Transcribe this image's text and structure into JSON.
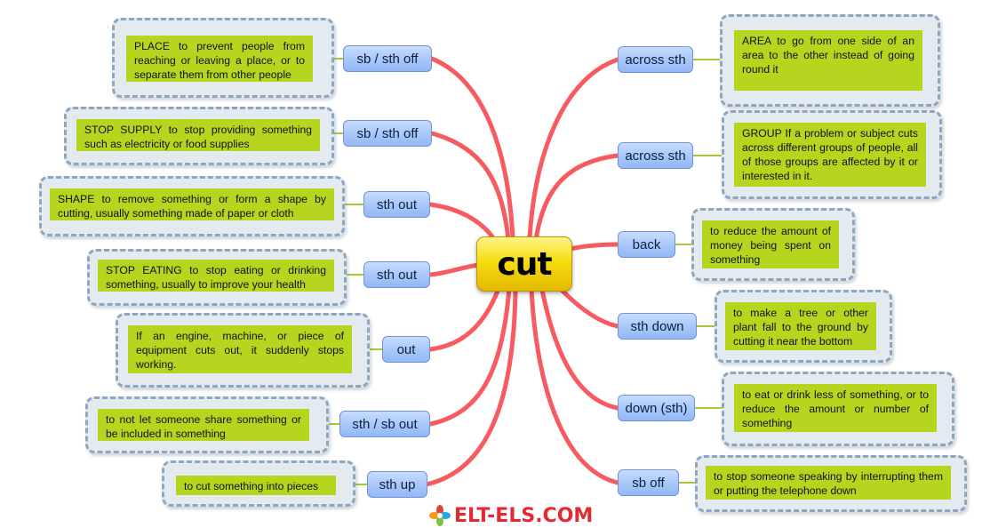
{
  "center_word": "cut",
  "logo_text": "ELT-ELS.COM",
  "colors": {
    "branch": "#f75b60",
    "pill": "#a9c8fb",
    "definition": "#b5d51f",
    "card": "#e3ebf1"
  },
  "left": [
    {
      "phrase": "sb / sth off",
      "definition": "PLACE to prevent people from reaching or leaving a place, or to separate them from other people"
    },
    {
      "phrase": "sb / sth off",
      "definition": "STOP SUPPLY to stop providing something such as electricity or food supplies"
    },
    {
      "phrase": "sth out",
      "definition": "SHAPE to remove something or form a shape by cutting, usually something made of paper or cloth"
    },
    {
      "phrase": "sth out",
      "definition": "STOP EATING to stop eating or drinking something, usually to improve your health"
    },
    {
      "phrase": "out",
      "definition": "If an engine, machine, or piece of equipment cuts out, it suddenly stops working."
    },
    {
      "phrase": "sth / sb out",
      "definition": "to not let someone share something or be included in something"
    },
    {
      "phrase": "sth up",
      "definition": "to cut something into pieces"
    }
  ],
  "right": [
    {
      "phrase": "across sth",
      "definition": "AREA to go from one side of an area to the other instead of going round it"
    },
    {
      "phrase": "across sth",
      "definition": "GROUP If a problem or subject cuts across different groups of people, all of those groups are affected by it or interested in it."
    },
    {
      "phrase": "back",
      "definition": "to reduce the amount of money being spent on something"
    },
    {
      "phrase": "sth down",
      "definition": "to make a tree or other plant fall to the ground by cutting it near the bottom"
    },
    {
      "phrase": "down (sth)",
      "definition": "to eat or drink less of something, or to reduce the amount or number of something"
    },
    {
      "phrase": "sb off",
      "definition": "to stop someone speaking by interrupting them or putting the telephone down"
    }
  ]
}
